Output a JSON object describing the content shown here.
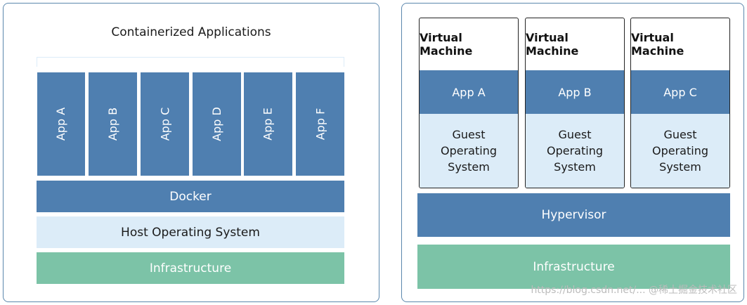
{
  "left": {
    "title": "Containerized Applications",
    "apps": [
      "App A",
      "App B",
      "App C",
      "App D",
      "App E",
      "App F"
    ],
    "docker": "Docker",
    "host_os": "Host Operating System",
    "infrastructure": "Infrastructure"
  },
  "right": {
    "vms": [
      {
        "title": "Virtual Machine",
        "app": "App A",
        "os": "Guest\nOperating\nSystem"
      },
      {
        "title": "Virtual Machine",
        "app": "App B",
        "os": "Guest\nOperating\nSystem"
      },
      {
        "title": "Virtual Machine",
        "app": "App C",
        "os": "Guest\nOperating\nSystem"
      }
    ],
    "hypervisor": "Hypervisor",
    "infrastructure": "Infrastructure"
  },
  "watermark": "https://blog.csdn.net/... @稀土掘金技术社区",
  "colors": {
    "blue": "#4f7fb0",
    "light_blue": "#dcecf8",
    "green": "#7cc3a7",
    "border": "#5b87ad"
  }
}
